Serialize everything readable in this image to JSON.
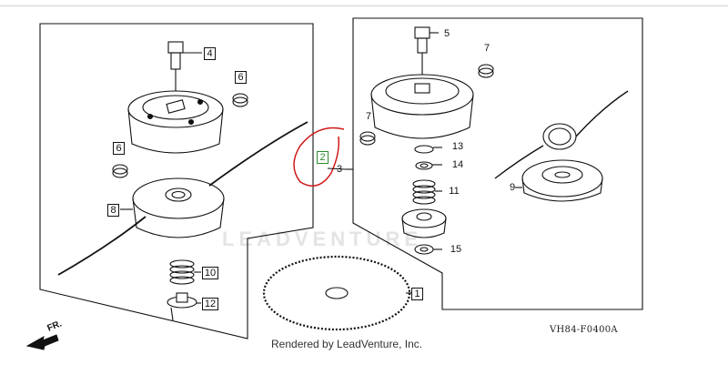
{
  "watermark_text": "LEADVENTURE",
  "rendered_by": "Rendered by LeadVenture, Inc.",
  "diagram_code": "VH84-F0400A",
  "direction_label": "FR.",
  "callouts": {
    "c1": "1",
    "c2": "2",
    "c3": "3",
    "c4": "4",
    "c5": "5",
    "c6a": "6",
    "c6b": "6",
    "c7a": "7",
    "c7b": "7",
    "c8": "8",
    "c9": "9",
    "c10": "10",
    "c11": "11",
    "c12": "12",
    "c13": "13",
    "c14": "14",
    "c15": "15"
  },
  "colors": {
    "highlight_circle": "#d01818",
    "highlight_label": "#2c8a2c",
    "line": "#111111"
  }
}
